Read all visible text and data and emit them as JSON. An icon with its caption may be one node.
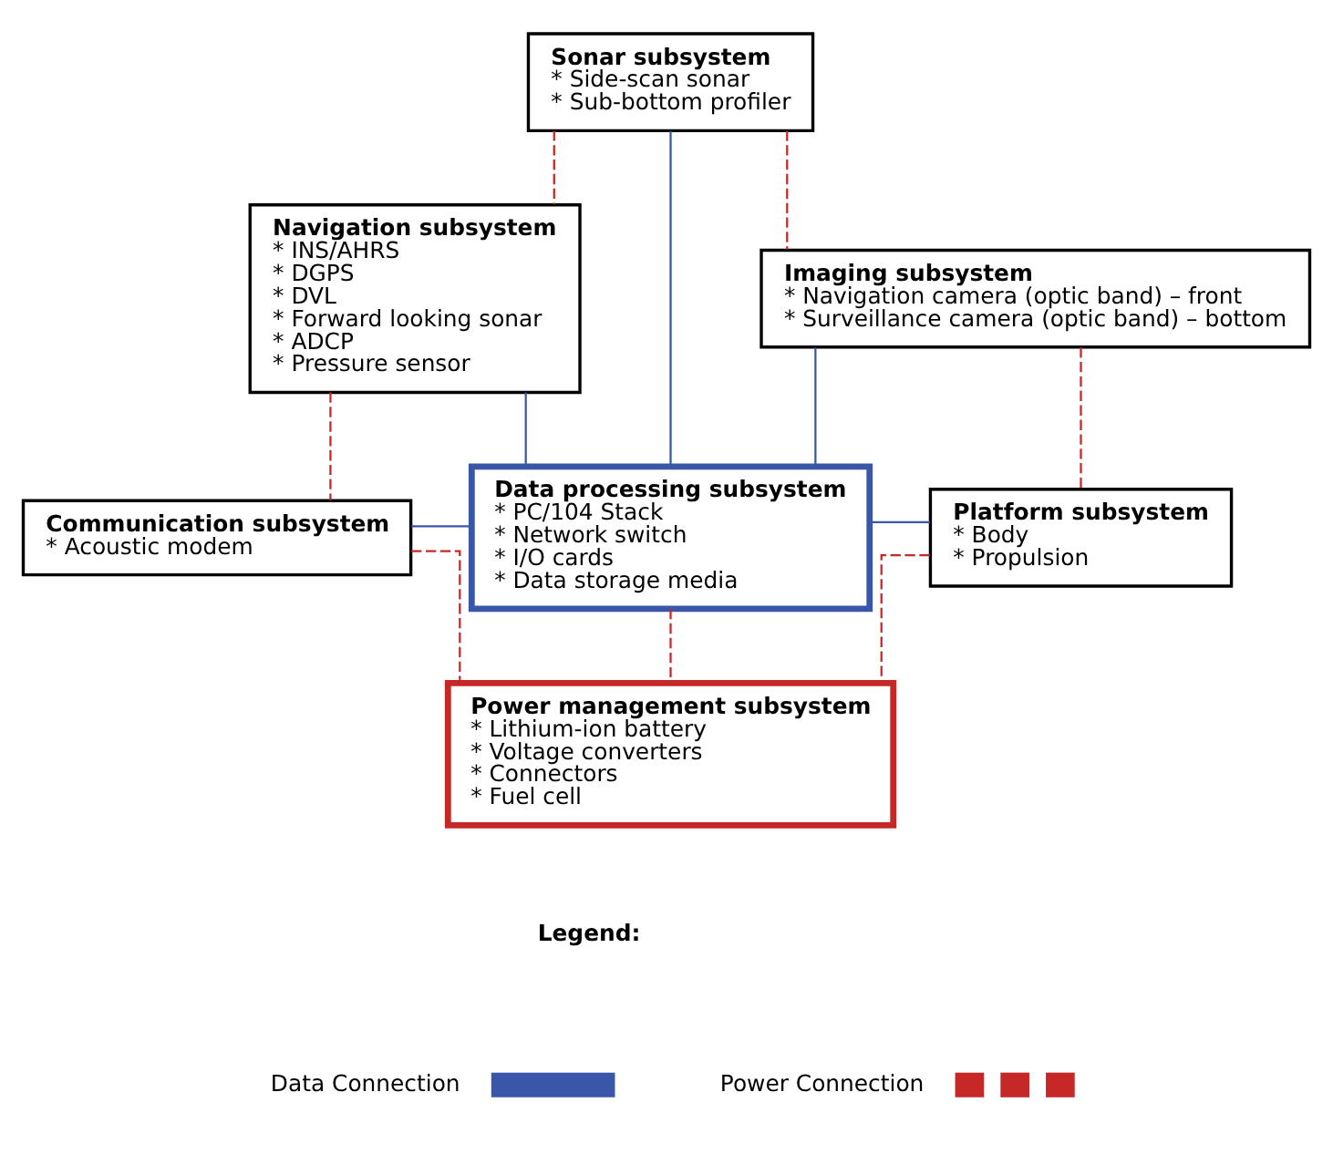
{
  "diagram": {
    "nodes": [
      {
        "text": [
          "Sonar subsystem",
          "* Side-scan sonar",
          "* Sub-bottom profiler"
        ]
      },
      {
        "text": [
          "Navigation subsystem",
          "* INS/AHRS",
          "* DGPS",
          "* DVL",
          "* Forward looking sonar",
          "* ADCP",
          "* Pressure sensor"
        ]
      },
      {
        "text": [
          "Imaging subsystem",
          "* Navigation camera (optic band) – front",
          "* Surveillance camera (optic band) – bottom"
        ]
      },
      {
        "text": [
          "Communication subsystem",
          "* Acoustic modem"
        ]
      },
      {
        "text": [
          "Data processing subsystem",
          "* PC/104 Stack",
          "* Network switch",
          "* I/O cards",
          "* Data storage media"
        ]
      },
      {
        "text": [
          "Platform subsystem",
          "* Body",
          "* Propulsion"
        ]
      },
      {
        "text": [
          "Power management subsystem",
          "* Lithium-ion battery",
          "* Voltage converters",
          "* Connectors",
          "* Fuel cell"
        ]
      }
    ],
    "edges": [
      {
        "from": 0,
        "to": 4,
        "arrow": "none",
        "color": "#3a56a8"
      },
      {
        "from": 1,
        "to": 4,
        "arrow": "none",
        "color": "#3a56a8"
      },
      {
        "from": 2,
        "to": 4,
        "arrow": "none",
        "color": "#3a56a8"
      },
      {
        "from": 3,
        "to": 4,
        "arrow": "none",
        "color": "#3a56a8"
      },
      {
        "from": 4,
        "to": 5,
        "arrow": "none",
        "color": "#3a56a8"
      },
      {
        "from": 0,
        "to": 1,
        "arrow": "none",
        "style": "dashed",
        "color": "#c62828"
      },
      {
        "from": 1,
        "to": 3,
        "arrow": "none",
        "style": "dashed",
        "color": "#c62828"
      },
      {
        "from": 0,
        "to": 2,
        "arrow": "none",
        "style": "dashed",
        "color": "#c62828"
      },
      {
        "from": 2,
        "to": 5,
        "arrow": "none",
        "style": "dashed",
        "color": "#c62828"
      },
      {
        "from": 3,
        "to": 6,
        "arrow": "none",
        "style": "dashed",
        "color": "#c62828"
      },
      {
        "from": 5,
        "to": 6,
        "arrow": "none",
        "style": "dashed",
        "color": "#c62828"
      },
      {
        "from": 4,
        "to": 6,
        "arrow": "none",
        "style": "dashed",
        "color": "#c62828"
      }
    ],
    "labels": [
      "Legend:"
    ],
    "legend": [
      {
        "text": "Data Connection"
      },
      {
        "text": "Power Connection"
      }
    ]
  }
}
